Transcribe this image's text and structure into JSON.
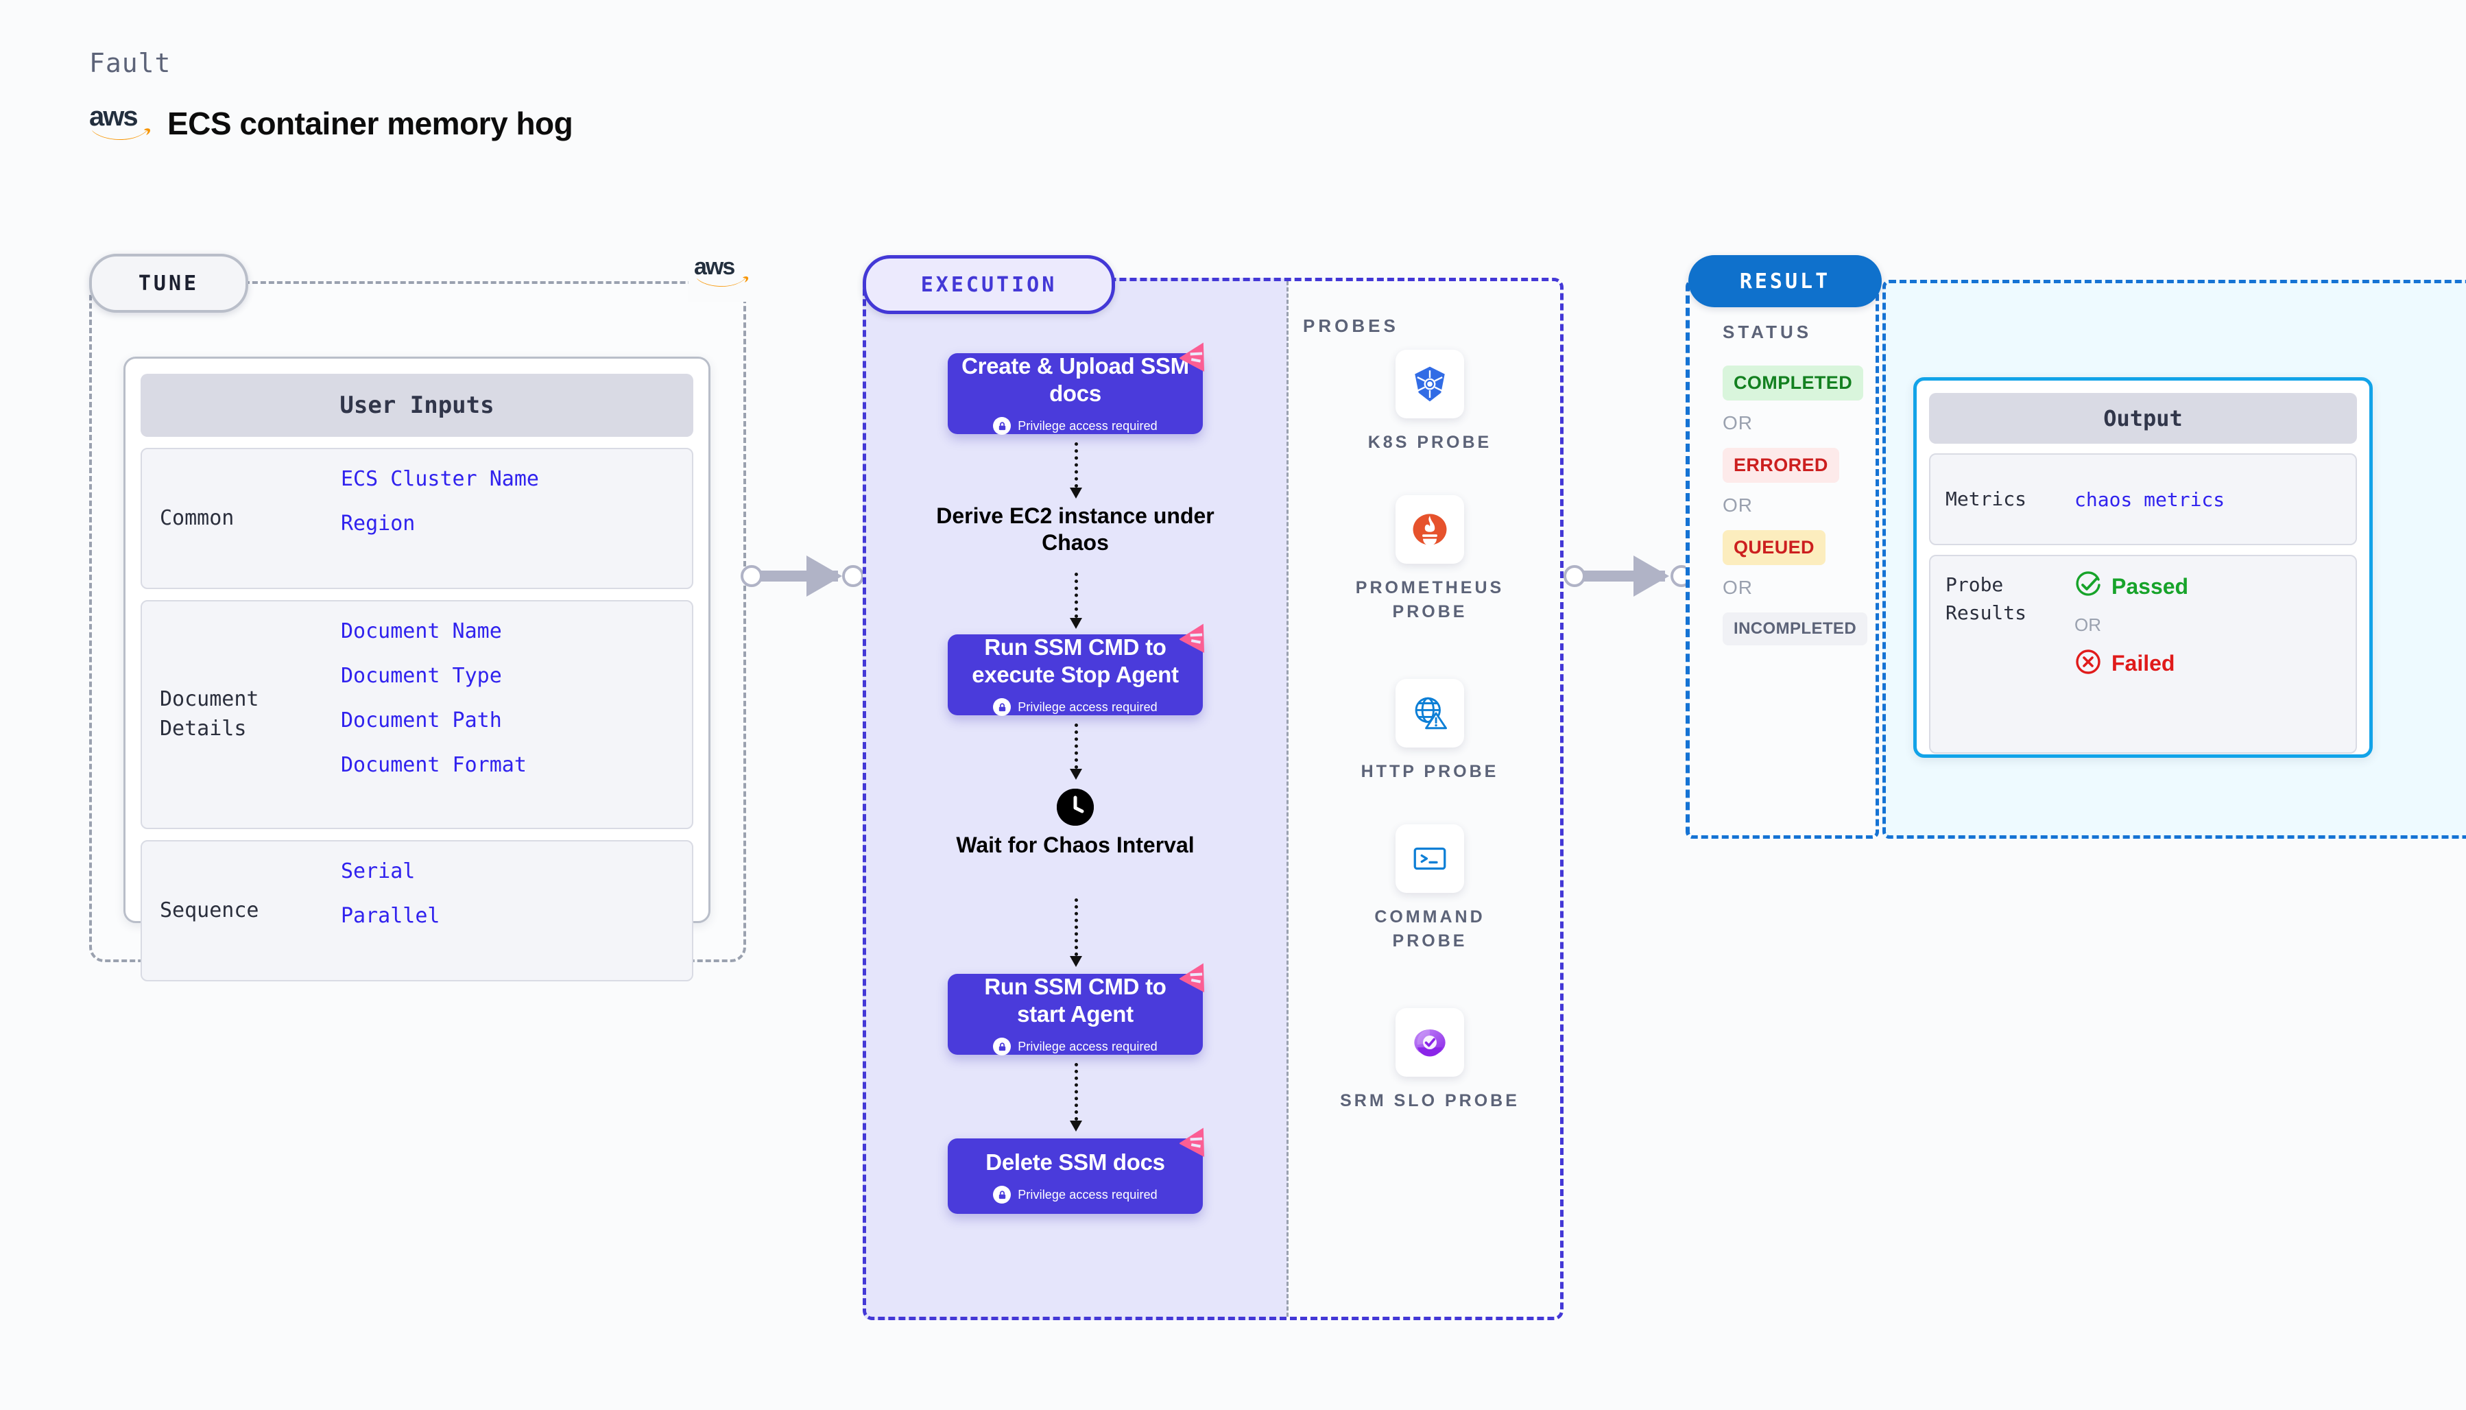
{
  "header": {
    "kicker": "Fault",
    "logo_word": "aws",
    "title": "ECS container memory hog"
  },
  "tune": {
    "pill": "TUNE",
    "logo_word": "aws",
    "card_title": "User Inputs",
    "groups": [
      {
        "key": "Common",
        "values": [
          "ECS Cluster Name",
          "Region"
        ]
      },
      {
        "key": "Document Details",
        "values": [
          "Document Name",
          "Document Type",
          "Document Path",
          "Document Format"
        ]
      },
      {
        "key": "Sequence",
        "values": [
          "Serial",
          "Parallel"
        ]
      }
    ]
  },
  "execution": {
    "pill": "EXECUTION",
    "privilege_text": "Privilege access required",
    "steps": [
      {
        "type": "node",
        "label": "Create & Upload SSM docs",
        "privileged": true,
        "icon": "chaos-badge-icon"
      },
      {
        "type": "plain",
        "label": "Derive EC2 instance under Chaos",
        "privileged": false,
        "icon": ""
      },
      {
        "type": "node",
        "label": "Run SSM CMD to execute Stop Agent",
        "privileged": true,
        "icon": "chaos-badge-icon"
      },
      {
        "type": "clock",
        "label": "Wait for Chaos Interval",
        "privileged": false,
        "icon": "clock-icon"
      },
      {
        "type": "node",
        "label": "Run SSM CMD to start Agent",
        "privileged": true,
        "icon": "chaos-badge-icon"
      },
      {
        "type": "node",
        "label": "Delete SSM docs",
        "privileged": true,
        "icon": "chaos-badge-icon"
      }
    ]
  },
  "probes": {
    "label": "PROBES",
    "items": [
      {
        "label": "K8S PROBE",
        "icon": "kubernetes-icon"
      },
      {
        "label": "PROMETHEUS PROBE",
        "icon": "prometheus-icon"
      },
      {
        "label": "HTTP PROBE",
        "icon": "globe-warning-icon"
      },
      {
        "label": "COMMAND PROBE",
        "icon": "terminal-icon"
      },
      {
        "label": "SRM SLO PROBE",
        "icon": "srm-slo-icon"
      }
    ]
  },
  "result": {
    "pill": "RESULT",
    "status_label": "STATUS",
    "or_label": "OR",
    "statuses": [
      {
        "label": "COMPLETED",
        "bg": "#d9f5dc",
        "fg": "#138020"
      },
      {
        "label": "ERRORED",
        "bg": "#fdeaea",
        "fg": "#cc1f1f"
      },
      {
        "label": "QUEUED",
        "bg": "#fcedbe",
        "fg": "#cc1f1f"
      },
      {
        "label": "INCOMPLETED",
        "bg": "#f0f1f5",
        "fg": "#5c6378"
      }
    ],
    "output": {
      "card_title": "Output",
      "metrics_key": "Metrics",
      "metrics_value": "chaos metrics",
      "probe_results_key": "Probe Results",
      "passed_label": "Passed",
      "failed_label": "Failed",
      "or_label": "OR"
    }
  },
  "colors": {
    "node_purple": "#4a3bdb",
    "exec_border": "#4338d6",
    "exec_fill": "#e5e5fb",
    "result_blue": "#0f71cc",
    "output_cyan": "#12a3e8",
    "value_blue": "#3022ee",
    "chaos_pink": "#fb5e94",
    "aws_orange": "#f79400",
    "connector_gray": "#b0b3c6"
  }
}
